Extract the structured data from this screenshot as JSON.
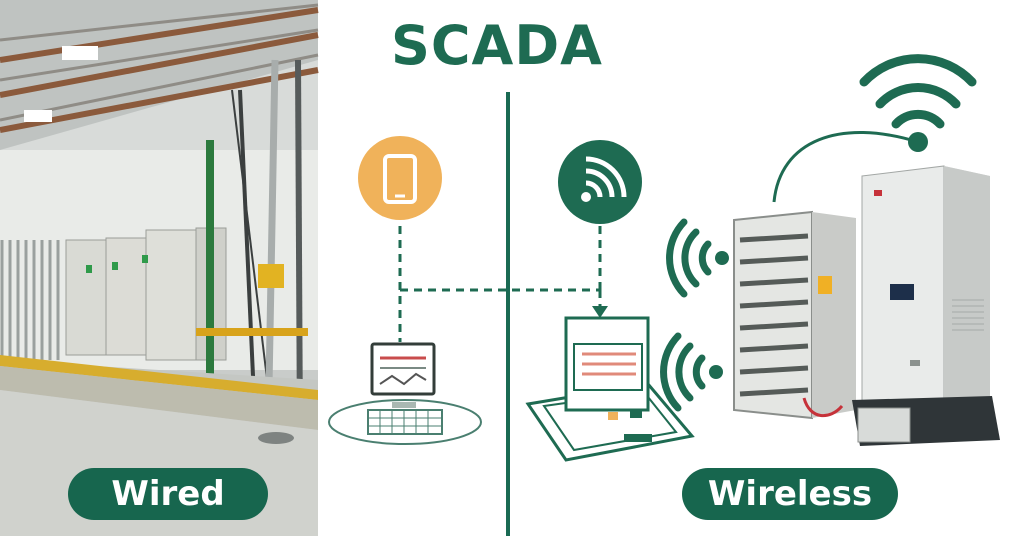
{
  "title": "SCADA",
  "labels": {
    "wired": "Wired",
    "wireless": "Wireless"
  },
  "colors": {
    "brand_green": "#1e6b52",
    "pill_green": "#17664e",
    "phone_orange": "#f0b25a",
    "divider_green": "#1a6a53"
  },
  "icons": [
    "smartphone-icon",
    "wifi-signal-icon",
    "wifi-icon",
    "laptop-icon",
    "tablet-station-icon"
  ]
}
